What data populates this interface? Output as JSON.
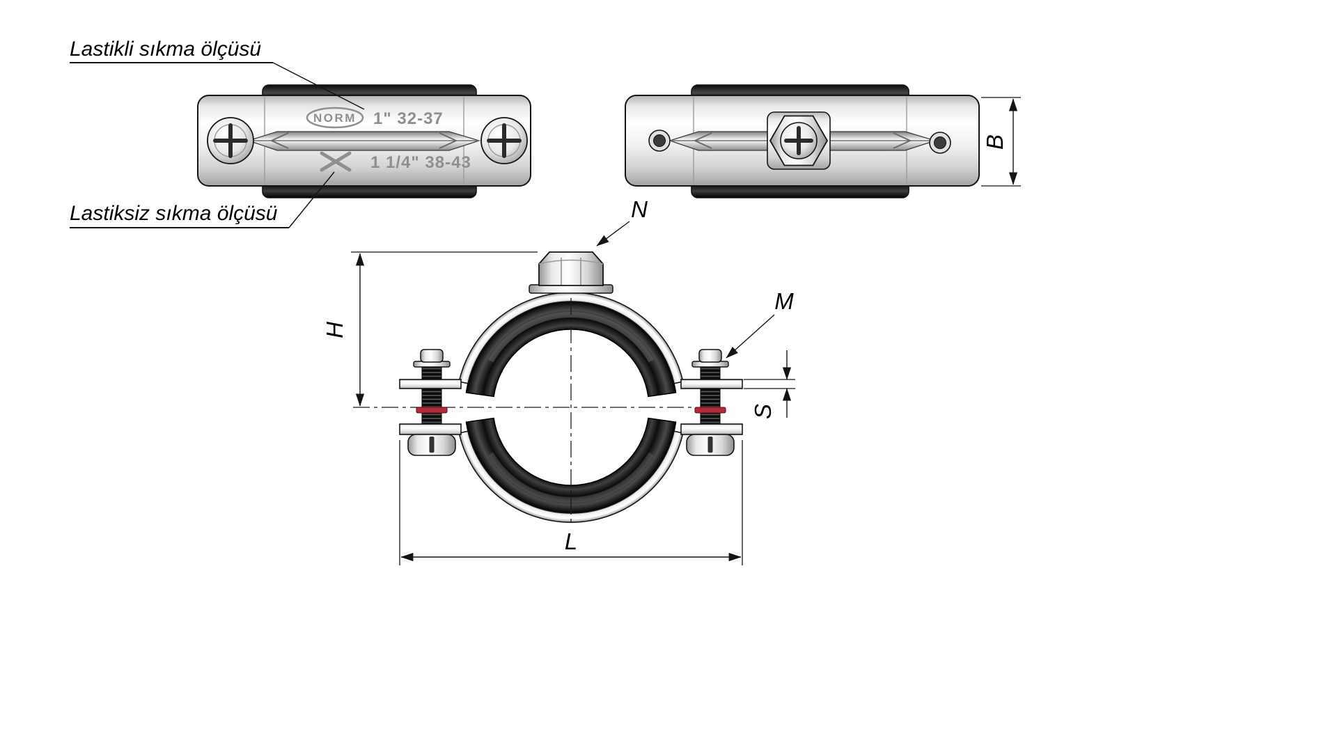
{
  "drawing": {
    "annotations": {
      "with_rubber": "Lastikli sıkma ölçüsü",
      "without_rubber": "Lastiksiz sıkma ölçüsü"
    },
    "engravings": {
      "brand": "NORM",
      "size_primary": "1\" 32-37",
      "size_secondary": "1 1/4\" 38-43"
    },
    "dimensions": {
      "band_width": "B",
      "height": "H",
      "length": "L",
      "band_thickness": "S",
      "connection_nut": "N",
      "screw": "M"
    },
    "colors": {
      "background": "#ffffff",
      "line": "#141414",
      "rubber": "#101010",
      "metal_light": "#f2f2f2",
      "metal_dark": "#9a9a9a",
      "washer_red": "#b22a35",
      "engraving": "#8f8f8f"
    }
  }
}
